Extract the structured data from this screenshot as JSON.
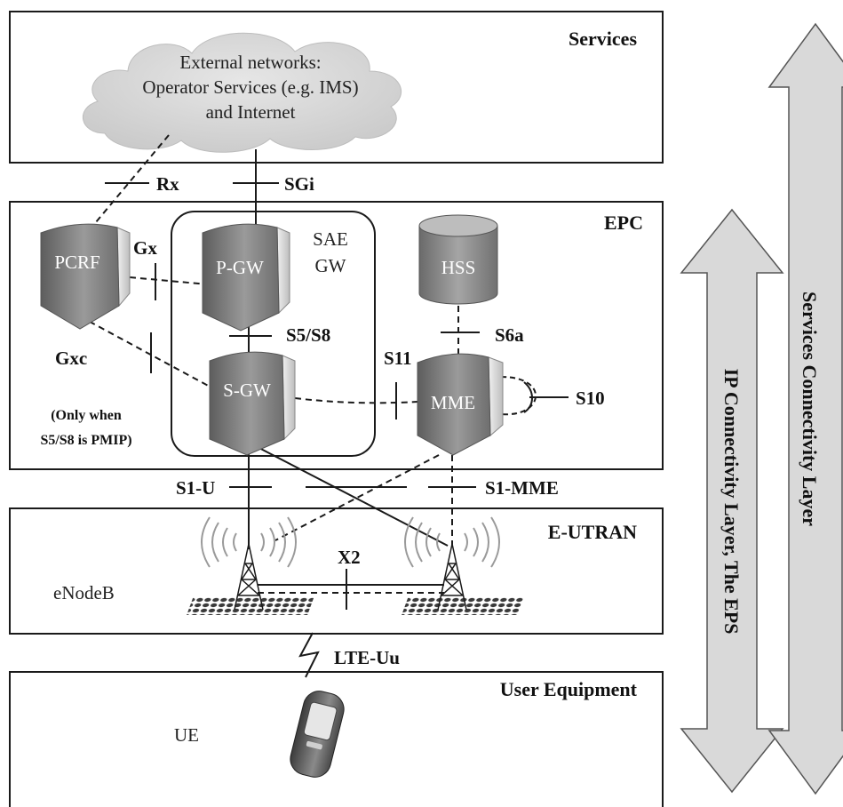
{
  "layers": {
    "services": {
      "label": "Services"
    },
    "epc": {
      "label": "EPC"
    },
    "eutran": {
      "label": "E-UTRAN"
    },
    "ue": {
      "label": "User Equipment"
    }
  },
  "cloud": {
    "line1": "External networks:",
    "line2": "Operator Services (e.g. IMS)",
    "line3": "and Internet"
  },
  "nodes": {
    "pcrf": "PCRF",
    "pgw": "P-GW",
    "sgw": "S-GW",
    "hss": "HSS",
    "mme": "MME",
    "enodeb": "eNodeB",
    "ue": "UE",
    "sae_gw_line1": "SAE",
    "sae_gw_line2": "GW"
  },
  "interfaces": {
    "rx": "Rx",
    "sgi": "SGi",
    "gx": "Gx",
    "gxc": "Gxc",
    "gxc_note_line1": "(Only when",
    "gxc_note_line2": "S5/S8 is PMIP)",
    "s5s8": "S5/S8",
    "s6a": "S6a",
    "s11": "S11",
    "s10": "S10",
    "s1u": "S1-U",
    "s1mme": "S1-MME",
    "x2": "X2",
    "lteuu": "LTE-Uu"
  },
  "arrows": {
    "ip_connectivity": "IP Connectivity Layer, The EPS",
    "services_connectivity": "Services Connectivity Layer"
  },
  "colors": {
    "line": "#1a1a1a",
    "cloud_fill": "#d4d4d4",
    "arrow_fill": "#d9d9d9",
    "node_dark": "#5a5a5a",
    "node_light": "#e2e2e2"
  }
}
